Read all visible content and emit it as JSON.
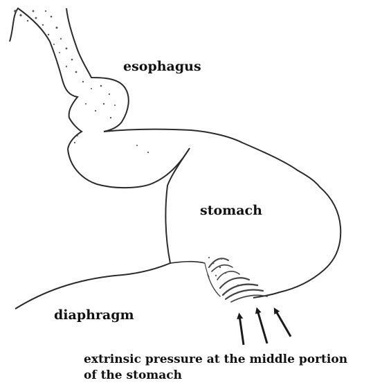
{
  "labels": {
    "esophagus": "esophagus",
    "stomach": "stomach",
    "diaphragm": "diaphragm",
    "caption_line1": "extrinsic pressure at the middle portion",
    "caption_line2": "of the stomach"
  },
  "colors": {
    "outline": "#2a2a2a",
    "stipple": "#555555",
    "shading": "#444444",
    "text": "#111111"
  },
  "arrows": {
    "count": 3,
    "direction": "up-left"
  }
}
